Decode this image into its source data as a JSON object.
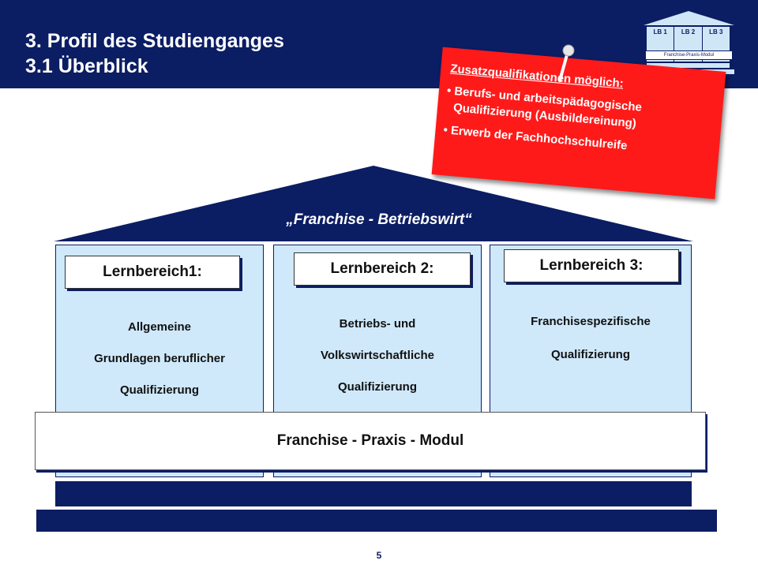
{
  "header": {
    "title_line1": "3. Profil des Studienganges",
    "title_line2": "3.1 Überblick"
  },
  "mini_diagram": {
    "columns": [
      "LB 1",
      "LB 2",
      "LB 3"
    ],
    "module": "Franchise-Praxis-Modul"
  },
  "note": {
    "heading": "Zusatzqualifikationen möglich:",
    "items": [
      "Berufs- und arbeitspädagogische Qualifizierung (Ausbildereinung)",
      "Erwerb der Fachhochschulreife"
    ]
  },
  "house": {
    "roof_title": "„Franchise  - Betriebswirt“",
    "pillars": [
      {
        "label": "Lernbereich1:",
        "lines": [
          "Allgemeine",
          "Grundlagen beruflicher",
          "Qualifizierung"
        ]
      },
      {
        "label": "Lernbereich 2:",
        "lines": [
          "Betriebs- und",
          "Volkswirtschaftliche",
          "Qualifizierung"
        ]
      },
      {
        "label": "Lernbereich 3:",
        "lines": [
          "Franchisespezifische",
          "Qualifizierung"
        ]
      }
    ],
    "module": "Franchise  - Praxis - Modul"
  },
  "footer": {
    "page_number": "5"
  },
  "colors": {
    "navy": "#0b1d63",
    "light_blue": "#cfe9fb",
    "red": "#ff1a1a"
  }
}
